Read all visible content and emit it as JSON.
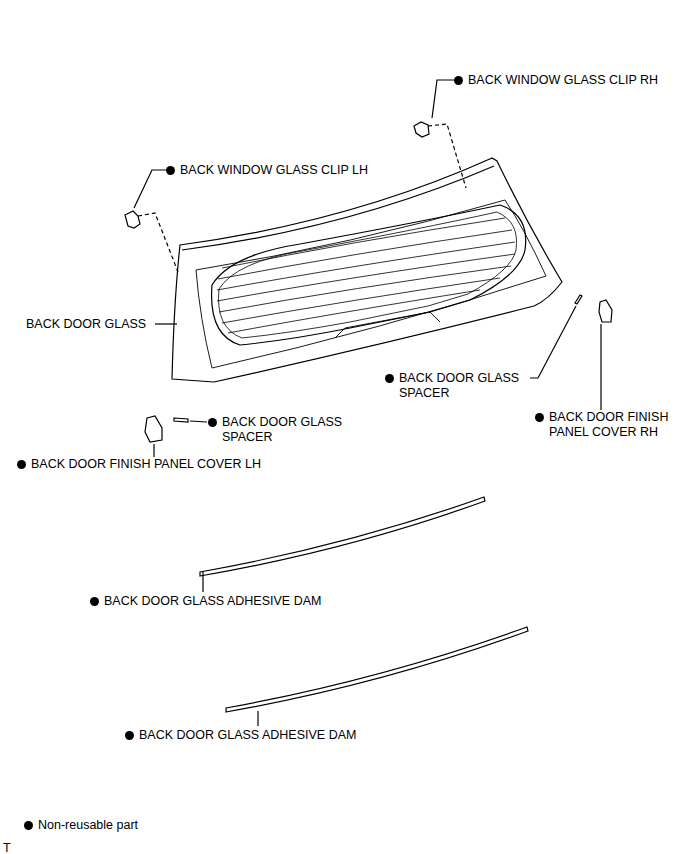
{
  "diagram": {
    "labels": [
      "BACK WINDOW GLASS CLIP RH",
      "BACK WINDOW GLASS CLIP LH",
      "BACK DOOR GLASS",
      "BACK DOOR GLASS SPACER",
      "BACK DOOR FINISH PANEL COVER RH",
      "BACK DOOR GLASS SPACER",
      "BACK DOOR FINISH PANEL COVER LH",
      "BACK DOOR GLASS ADHESIVE DAM",
      "BACK DOOR GLASS ADHESIVE DAM",
      "T"
    ],
    "legend": [
      {
        "text": "Non-reusable part"
      }
    ]
  }
}
